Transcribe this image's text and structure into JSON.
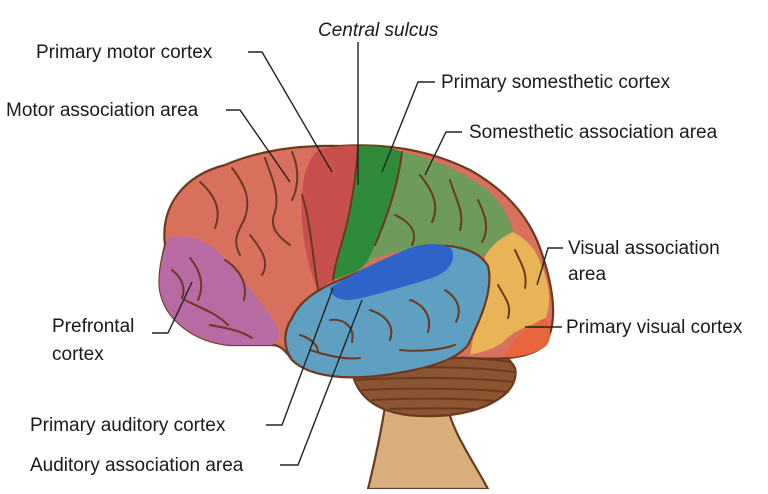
{
  "labels": {
    "central_sulcus": "Central sulcus",
    "primary_motor": "Primary motor cortex",
    "motor_association": "Motor association area",
    "primary_somesthetic": "Primary somesthetic cortex",
    "somesthetic_association": "Somesthetic association area",
    "visual_association_1": "Visual association",
    "visual_association_2": "area",
    "primary_visual": "Primary visual cortex",
    "prefrontal_1": "Prefrontal",
    "prefrontal_2": "cortex",
    "primary_auditory": "Primary auditory cortex",
    "auditory_association": "Auditory association area"
  },
  "colors": {
    "prefrontal": "#b86aa3",
    "motor_association": "#d9705e",
    "primary_motor": "#c8504c",
    "primary_somesthetic": "#2e8b3a",
    "somesthetic_association": "#6e9a5a",
    "visual_association": "#e8b455",
    "primary_visual": "#e8643a",
    "auditory_association": "#5f9fc2",
    "primary_auditory": "#2e63c8",
    "cerebellum": "#8a5530",
    "brainstem": "#d8ae7c",
    "outline": "#6b3a1e"
  }
}
